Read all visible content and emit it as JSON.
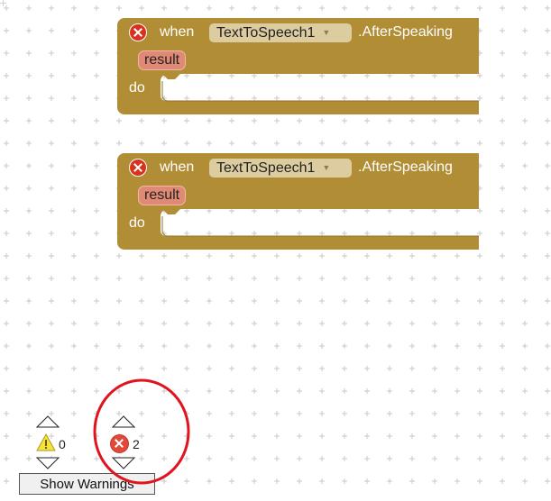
{
  "blocks": [
    {
      "keyword_when": "when",
      "component": "TextToSpeech1",
      "event": ".AfterSpeaking",
      "param": "result",
      "keyword_do": "do"
    },
    {
      "keyword_when": "when",
      "component": "TextToSpeech1",
      "event": ".AfterSpeaking",
      "param": "result",
      "keyword_do": "do"
    }
  ],
  "indicators": {
    "warnings_count": "0",
    "errors_count": "2",
    "show_warnings_label": "Show Warnings"
  },
  "colors": {
    "block": "#b18e35",
    "error": "#d9311d",
    "annotation_circle": "#e0141e"
  }
}
